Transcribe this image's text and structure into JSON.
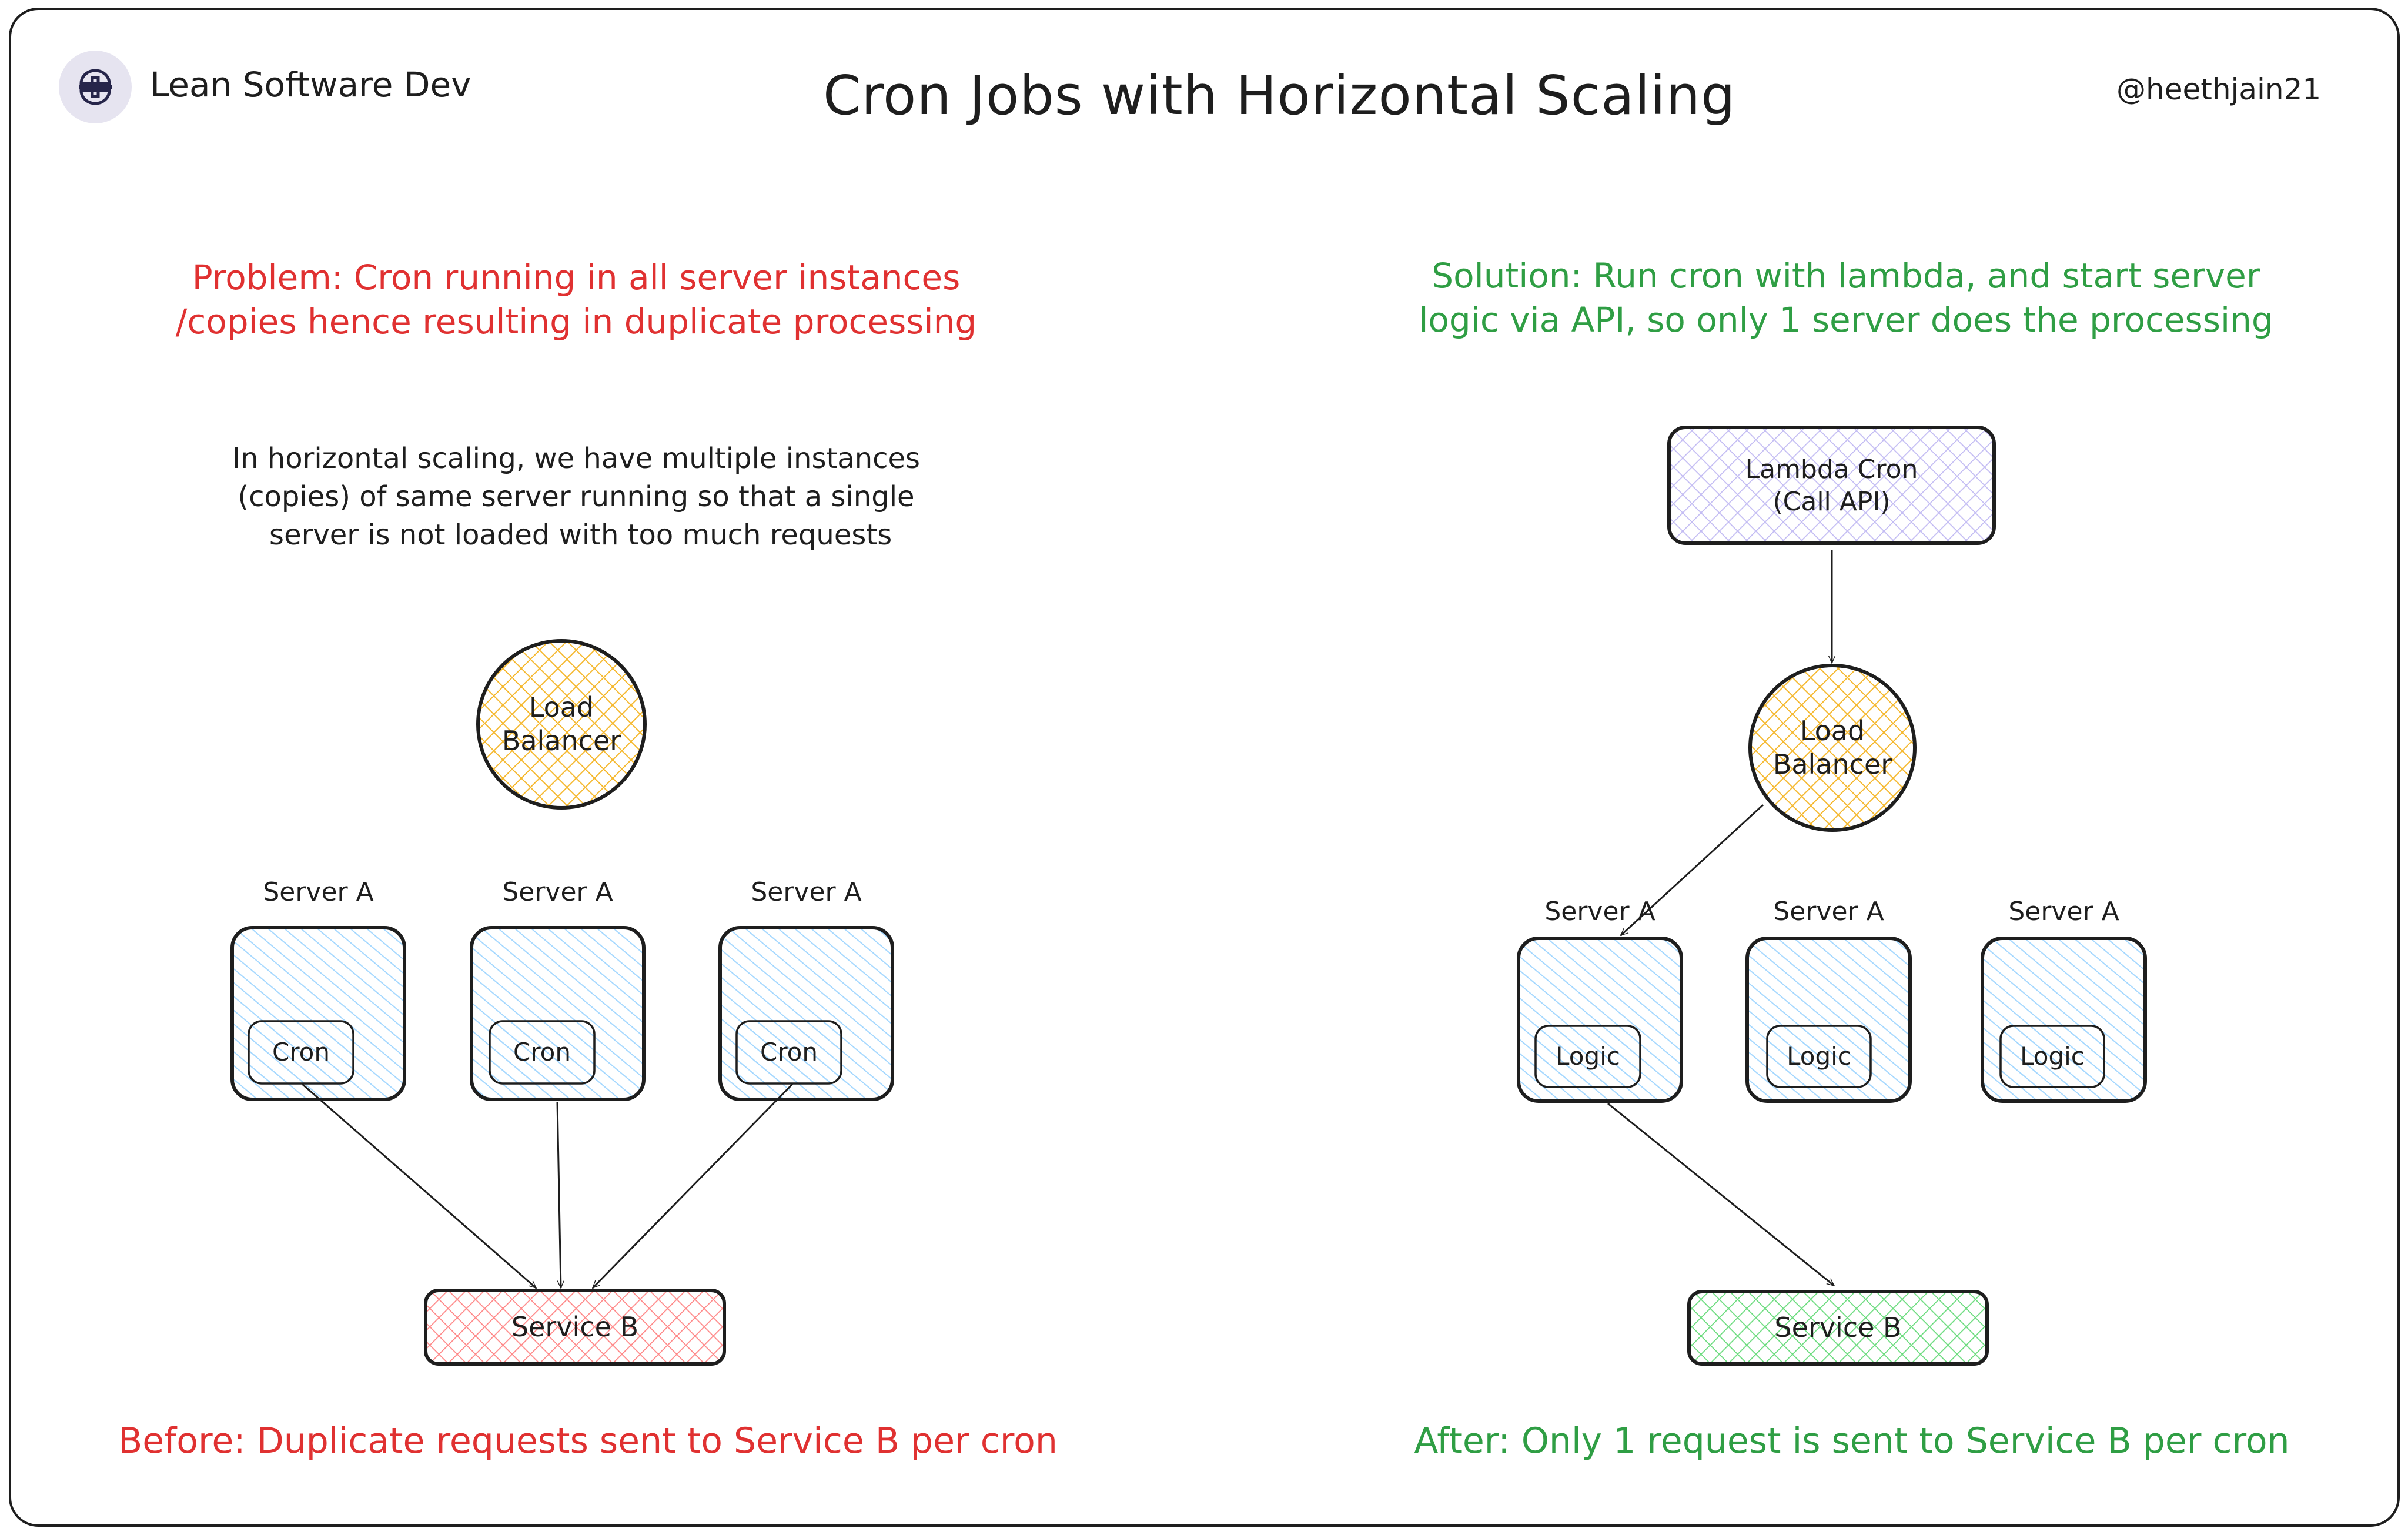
{
  "header": {
    "brand_name": "Lean Software Dev",
    "logo_icon": "shou-symbol-icon",
    "title": "Cron Jobs with Horizontal Scaling",
    "handle": "@heethjain21"
  },
  "colors": {
    "problem_red": "#e03131",
    "solution_green": "#2f9e44",
    "server_fill_blue": "#a5d8ff",
    "load_balancer_yellow": "#f5b82e",
    "service_b_before_red": "#ff8787",
    "service_b_after_green": "#69db7c",
    "lambda_lavender": "#b1a7f0",
    "logo_bg": "#e6e4f0",
    "logo_glyph": "#26254a",
    "stroke": "#1e1e1e"
  },
  "before": {
    "problem_text": "Problem: Cron running in all server instances\n/copies hence resulting in duplicate processing",
    "explanation_text": "In horizontal scaling, we have multiple instances\n(copies) of same server running so that a single\n server is not loaded with too much requests",
    "load_balancer_label": "Load\nBalancer",
    "servers": [
      {
        "label": "Server A",
        "inner_label": "Cron"
      },
      {
        "label": "Server A",
        "inner_label": "Cron"
      },
      {
        "label": "Server A",
        "inner_label": "Cron"
      }
    ],
    "service_label": "Service B",
    "caption": "Before: Duplicate requests sent to Service B per cron"
  },
  "after": {
    "solution_text": "Solution: Run cron with lambda, and start server\nlogic via API, so only 1 server does the processing",
    "lambda_label": "Lambda Cron\n(Call API)",
    "load_balancer_label": "Load\nBalancer",
    "servers": [
      {
        "label": "Server A",
        "inner_label": "Logic"
      },
      {
        "label": "Server A",
        "inner_label": "Logic"
      },
      {
        "label": "Server A",
        "inner_label": "Logic"
      }
    ],
    "service_label": "Service B",
    "caption": "After: Only 1 request is sent to Service B per cron"
  }
}
